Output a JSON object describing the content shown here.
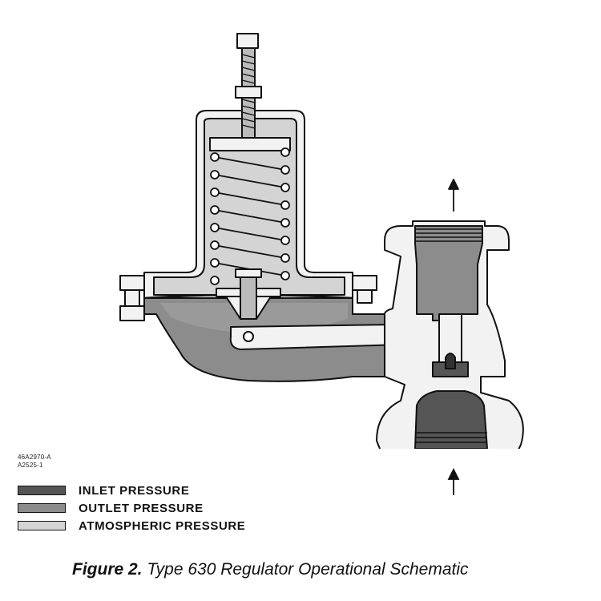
{
  "ref_codes": [
    "46A2970-A",
    "A2525-1"
  ],
  "legend": [
    {
      "label": "INLET PRESSURE",
      "color": "#555555"
    },
    {
      "label": "OUTLET PRESSURE",
      "color": "#8c8c8c"
    },
    {
      "label": "ATMOSPHERIC PRESSURE",
      "color": "#d4d4d4"
    }
  ],
  "caption": {
    "figure": "Figure 2.",
    "title": "Type 630 Regulator Operational Schematic"
  },
  "colors": {
    "inlet": "#555555",
    "outlet": "#8c8c8c",
    "atmospheric": "#d4d4d4",
    "body": "#f2f2f2",
    "stroke": "#111111"
  }
}
